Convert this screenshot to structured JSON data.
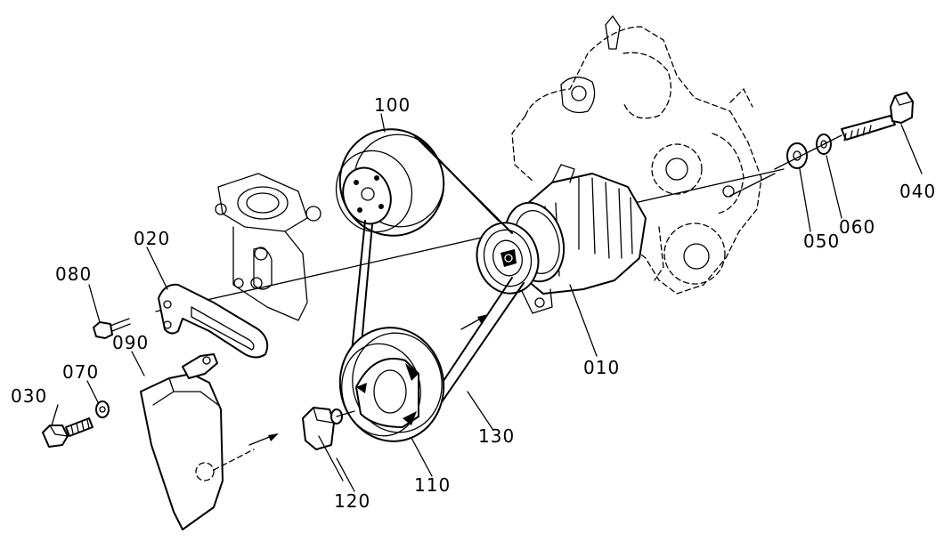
{
  "diagram": {
    "part_labels": {
      "p010": "010",
      "p020": "020",
      "p030": "030",
      "p040": "040",
      "p050": "050",
      "p060": "060",
      "p070": "070",
      "p080": "080",
      "p090": "090",
      "p100": "100",
      "p110": "110",
      "p120": "120",
      "p130": "130"
    }
  }
}
